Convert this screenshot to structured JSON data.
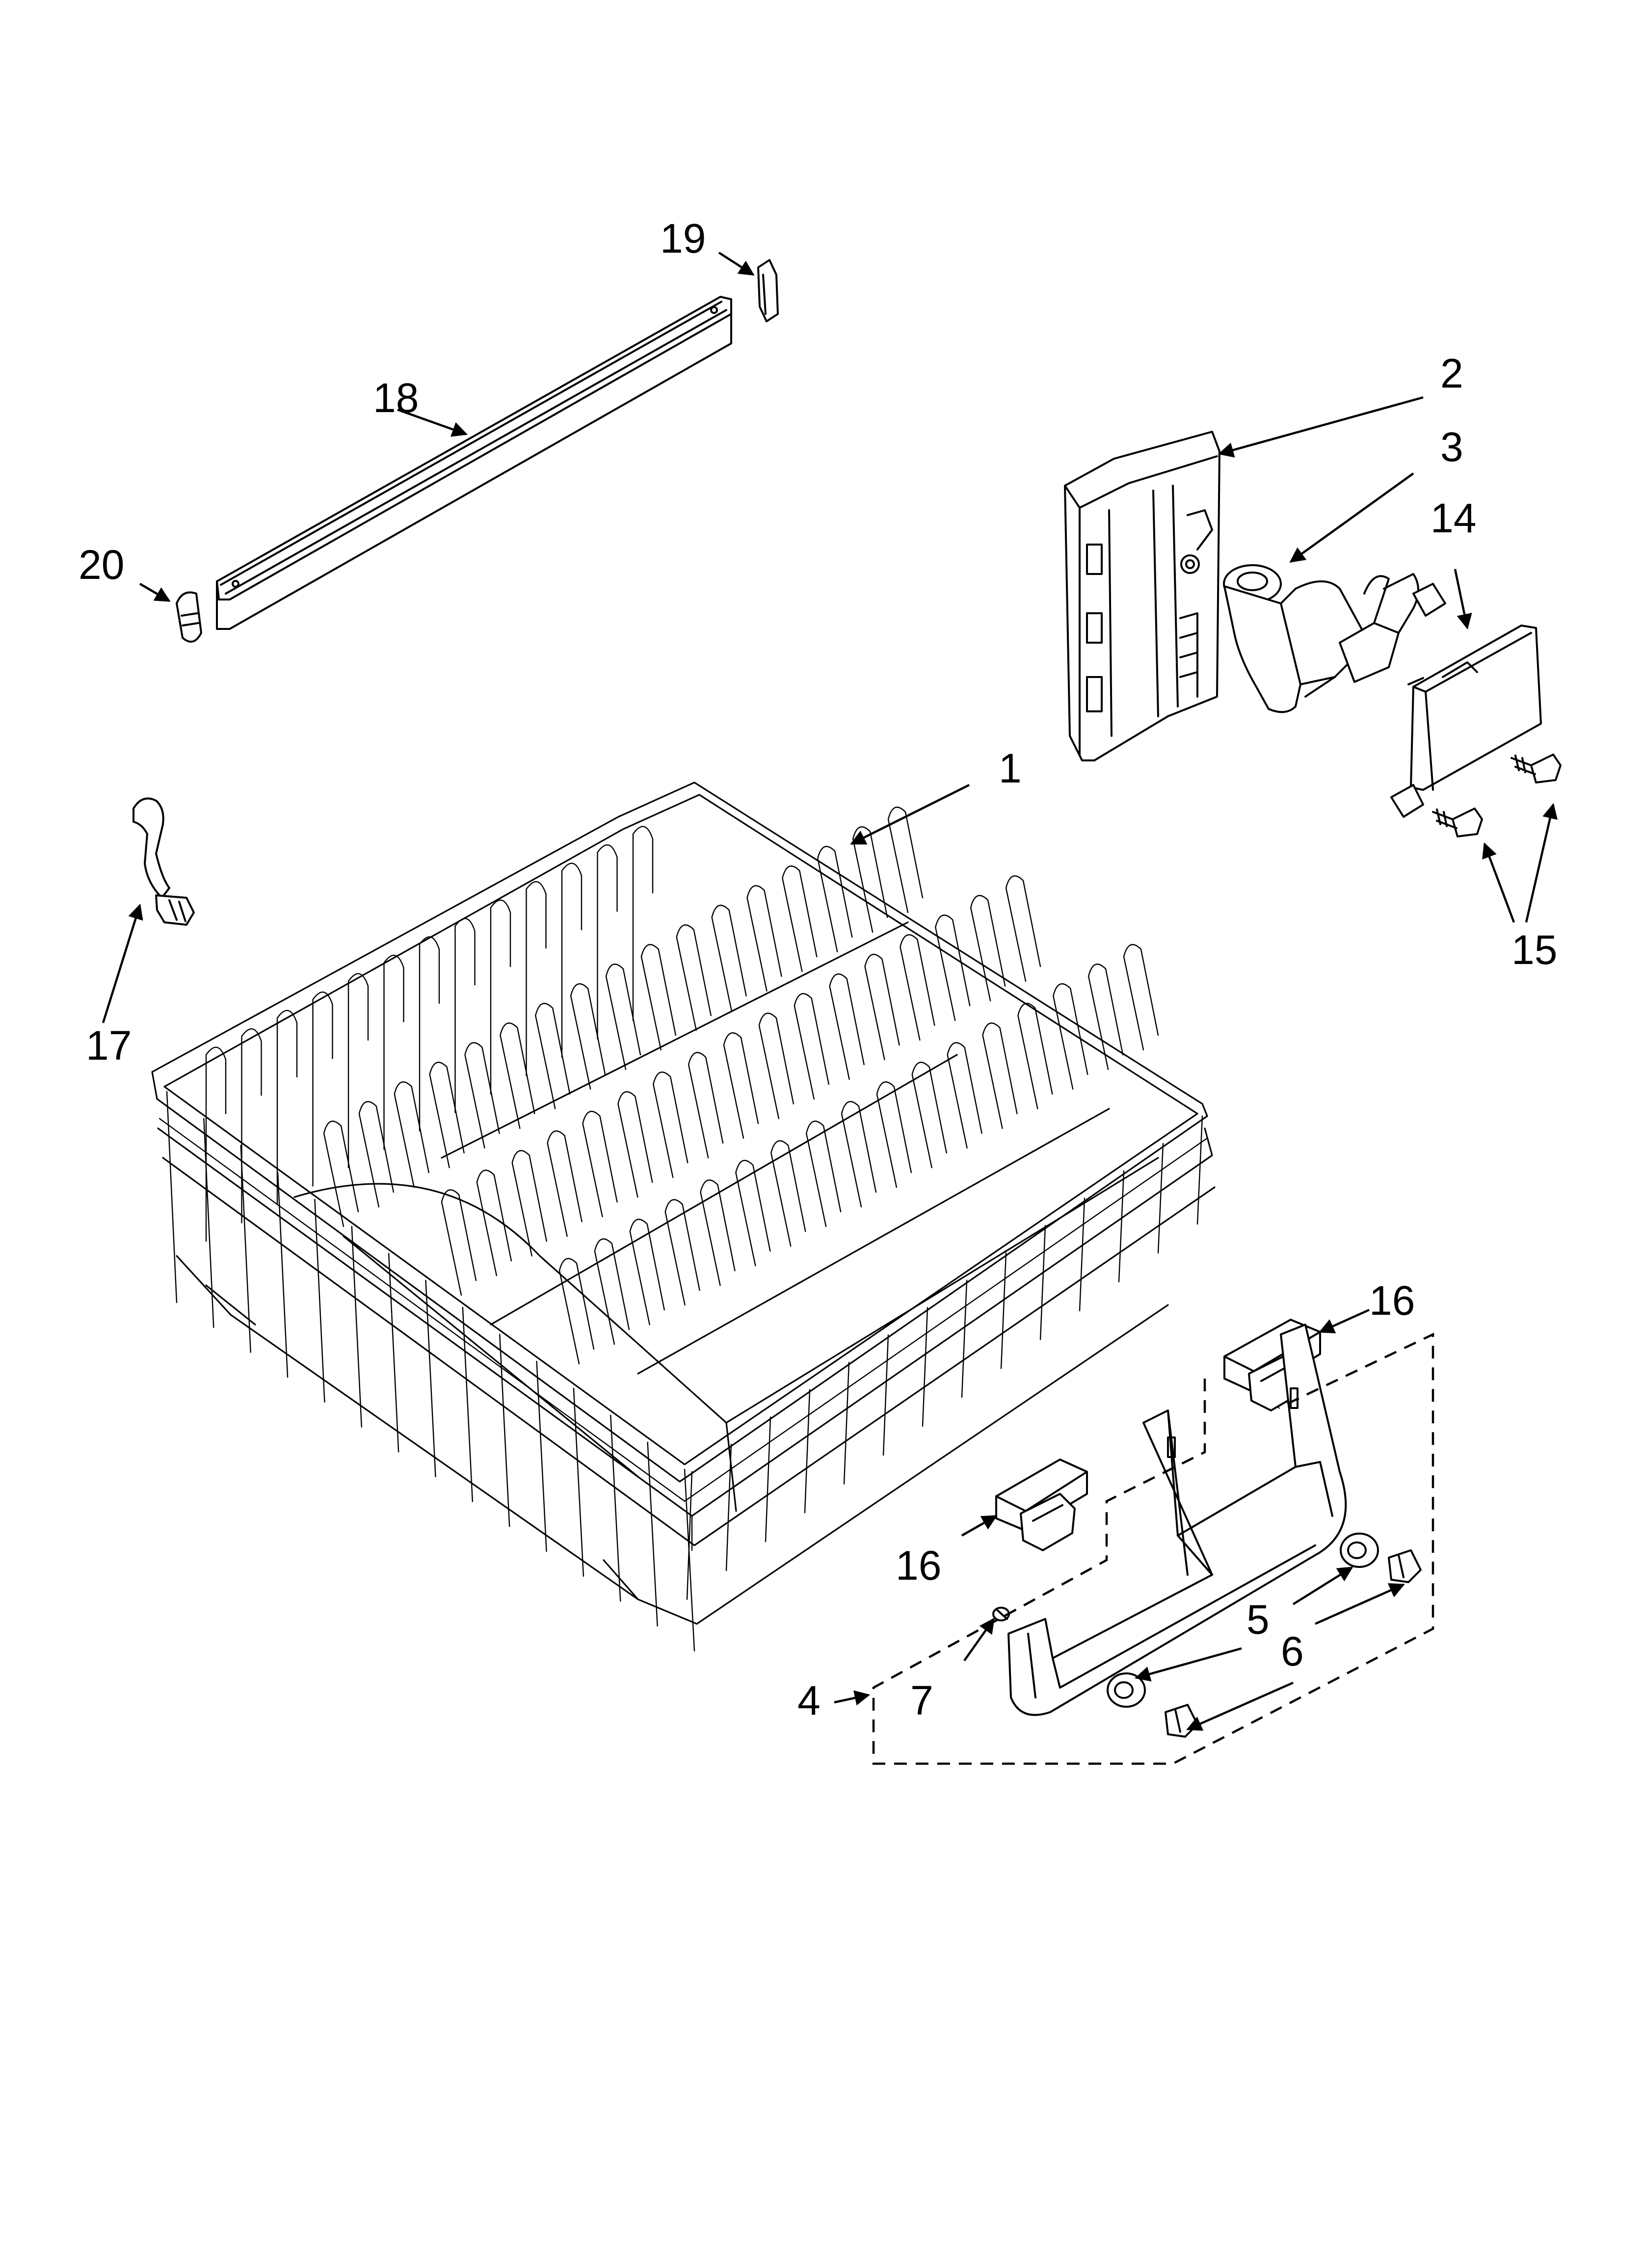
{
  "callouts": {
    "c1": "1",
    "c2": "2",
    "c3": "3",
    "c4": "4",
    "c5": "5",
    "c6": "6",
    "c7": "7",
    "c14": "14",
    "c15": "15",
    "c16a": "16",
    "c16b": "16",
    "c17": "17",
    "c18": "18",
    "c19": "19",
    "c20": "20"
  }
}
